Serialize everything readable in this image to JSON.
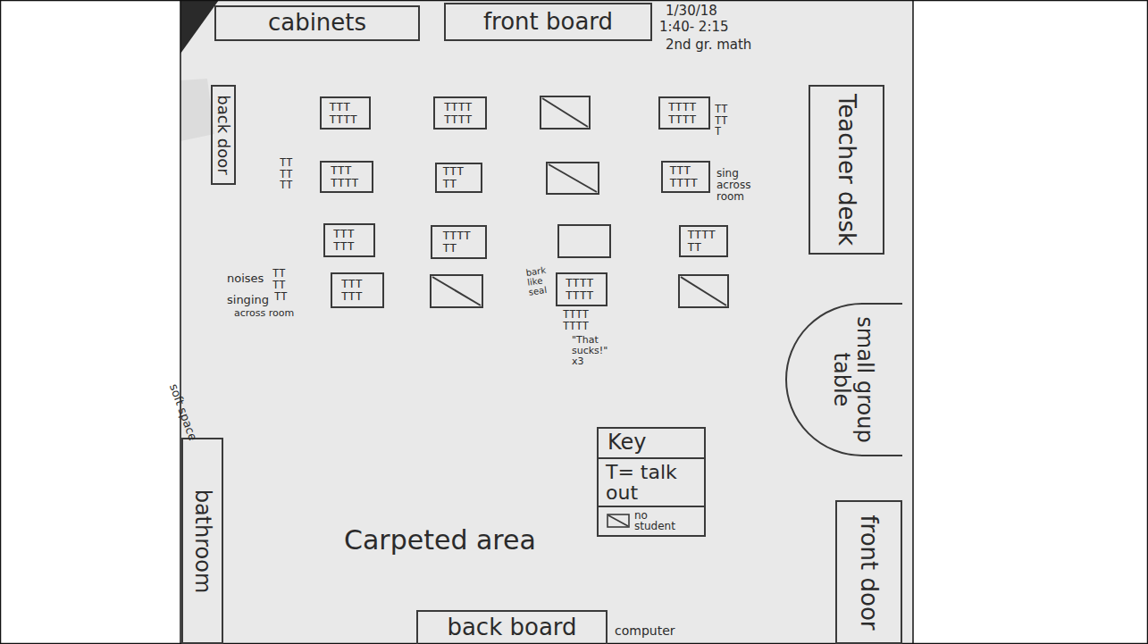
{
  "diagram": {
    "nodes": [
      {
        "text": [
          "cabinets"
        ]
      },
      {
        "text": [
          "front board"
        ]
      },
      {
        "text": [
          "back door"
        ]
      },
      {
        "text": [
          "TTT TTTT"
        ]
      },
      {
        "text": [
          "TTTT TTTT"
        ]
      },
      {
        "text": [
          "TTTT TTTT"
        ]
      },
      {
        "text": [
          "Teacher desk"
        ]
      },
      {
        "text": [
          "TTT TTTT"
        ]
      },
      {
        "text": [
          "TTT TT"
        ]
      },
      {
        "text": [
          "TTT TTTT"
        ]
      },
      {
        "text": [
          "TTT TTT"
        ]
      },
      {
        "text": [
          "TTTT TT"
        ]
      },
      {
        "text": [
          "TTTT TT"
        ]
      },
      {
        "text": [
          "TTT TTT"
        ]
      },
      {
        "text": [
          "TTTT TTTT"
        ]
      },
      {
        "text": [
          "small group table"
        ]
      },
      {
        "text": [
          "Key"
        ]
      },
      {
        "text": [
          "bathroom"
        ]
      },
      {
        "text": [
          "front door"
        ]
      },
      {
        "text": [
          "back board"
        ]
      }
    ],
    "labels": [
      "1/30/18",
      "1:40- 2:15",
      "2nd gr. math",
      "TT TT T",
      "TT TT TT",
      "sing across room",
      "noises",
      "TT",
      "TT",
      "singing",
      "TT",
      "across room",
      "bark like seal",
      "TTTT TTTT",
      "\"That sucks!\" x3",
      "soft space",
      "Carpeted area",
      "computer"
    ],
    "legend": [
      {
        "text": "T= talk out"
      },
      {
        "text": "no student"
      }
    ]
  }
}
